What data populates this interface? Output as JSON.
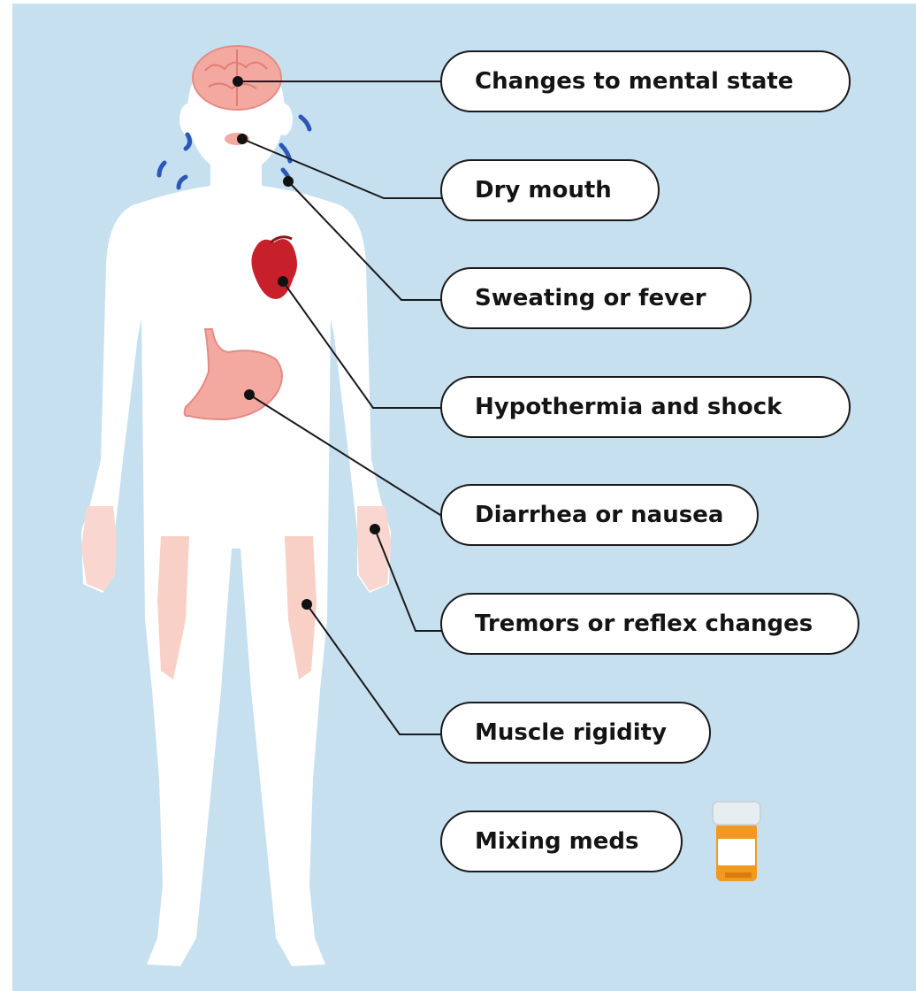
{
  "labels": {
    "mental_state": "Changes to mental state",
    "dry_mouth": "Dry mouth",
    "sweating": "Sweating or fever",
    "hypothermia": "Hypothermia and shock",
    "diarrhea": "Diarrhea or nausea",
    "tremors": "Tremors or reflex changes",
    "rigidity": "Muscle rigidity",
    "mixing_meds": "Mixing meds"
  },
  "colors": {
    "background": "#c6e0f0",
    "body": "#ffffff",
    "organ_pink": "#f4a9a0",
    "heart_red": "#c8202b",
    "sweat_blue": "#2b57b8",
    "pill_bottle_orange": "#f29a1f",
    "connector": "#1a1a1a"
  },
  "icons": [
    "brain-icon",
    "mouth-icon",
    "sweat-drops-icon",
    "heart-icon",
    "stomach-icon",
    "hand-icon",
    "thigh-muscle-icon",
    "pill-bottle-icon"
  ]
}
